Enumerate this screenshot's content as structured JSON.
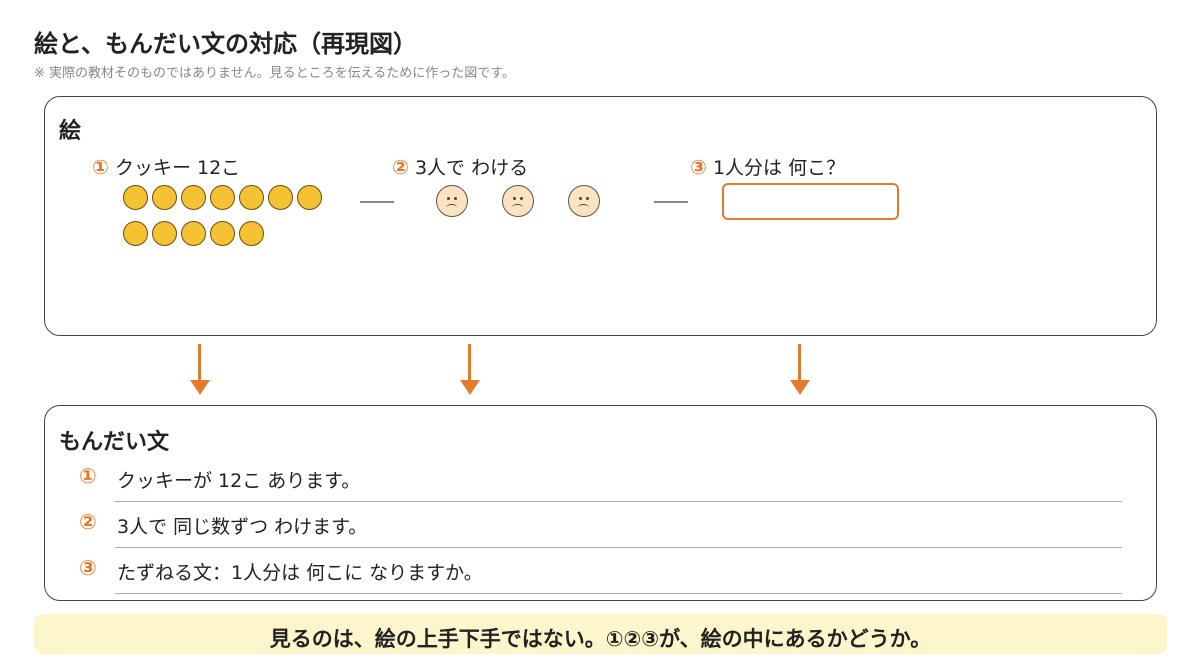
{
  "title": "絵と、もんだい文の対応（再現図）",
  "subtitle": "※ 実際の教材そのものではありません。見るところを伝えるために作った図です。",
  "picture_panel": {
    "heading": "絵",
    "steps": [
      {
        "num": "①",
        "label": "クッキー 12こ"
      },
      {
        "num": "②",
        "label": "3人で わける"
      },
      {
        "num": "③",
        "label": "1人分は 何こ？"
      }
    ],
    "cookie_count": 12,
    "people_count": 3,
    "colors": {
      "cookie": "#f4c232",
      "accent": "#e37b2d",
      "face": "#fbe3c1"
    }
  },
  "text_panel": {
    "heading": "もんだい文",
    "lines": [
      {
        "num": "①",
        "text": "クッキーが 12こ あります。"
      },
      {
        "num": "②",
        "text": "3人で 同じ数ずつ わけます。"
      },
      {
        "num": "③",
        "text": "たずねる文：1人分は 何こに なりますか。"
      }
    ]
  },
  "banner": "見るのは、絵の上手下手ではない。①②③が、絵の中にあるかどうか。"
}
